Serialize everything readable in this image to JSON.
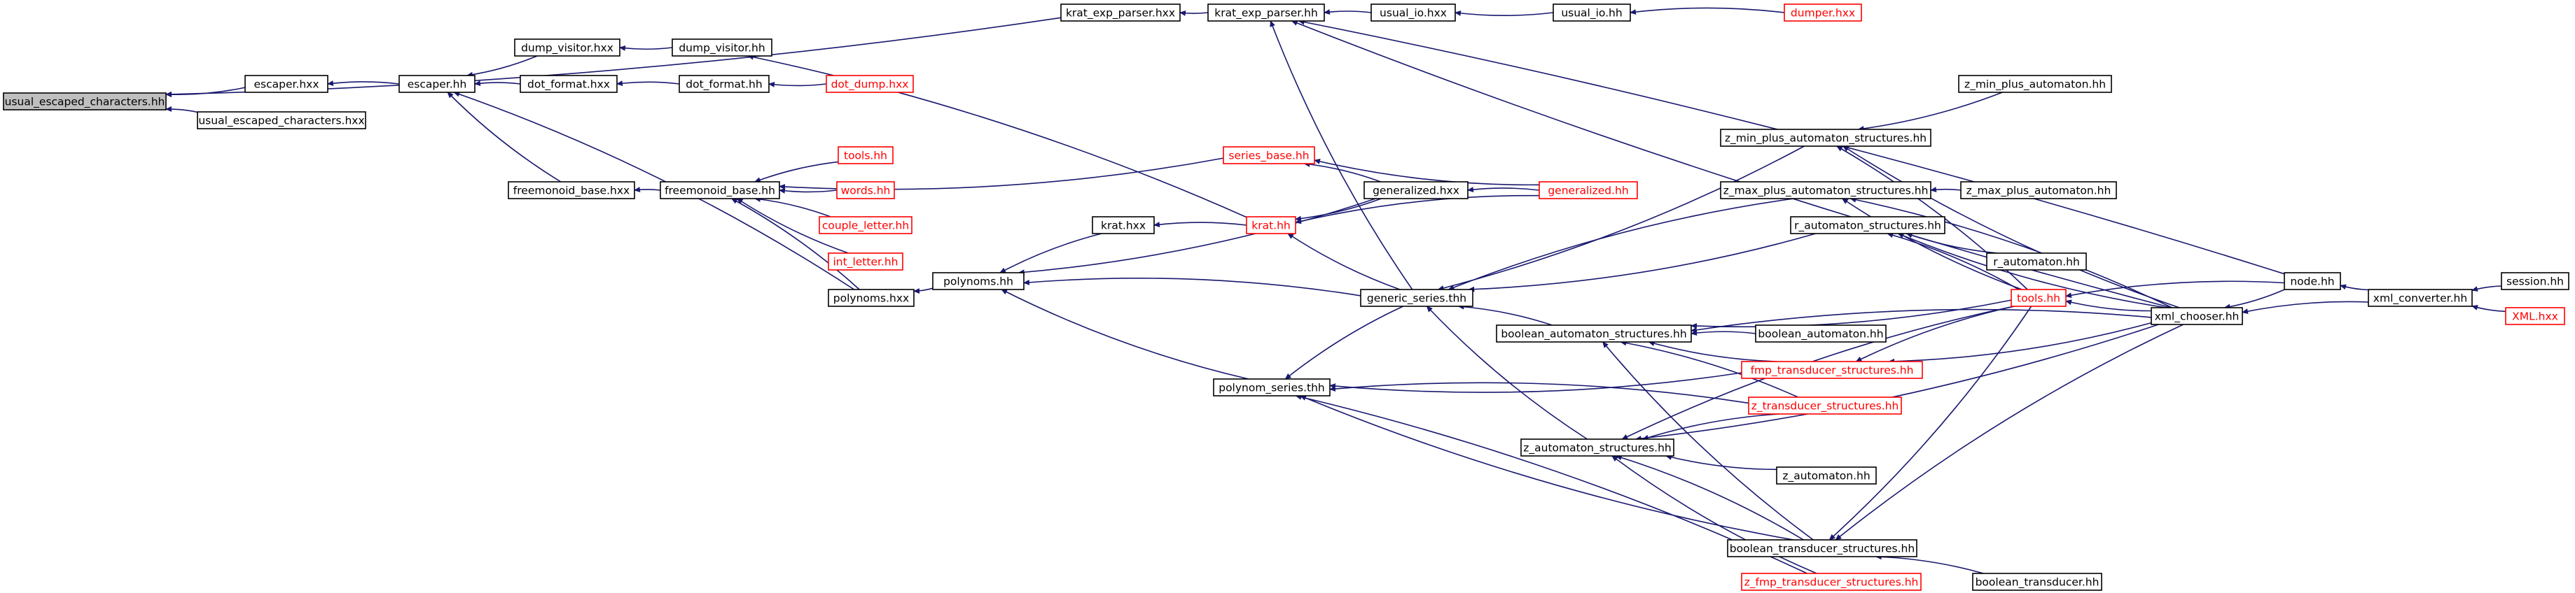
{
  "colors": {
    "edge": "#191970",
    "node_border_black": "#000000",
    "node_border_red": "#ff0000",
    "node_fill": "#ffffff",
    "node_fill_highlight": "#bfbfbf",
    "text_black": "#000000",
    "text_red": "#ff0000"
  },
  "nodes": {
    "usual_escaped_characters_hh": {
      "label": "usual_escaped_characters.hh",
      "style": "highlight"
    },
    "escaper_hxx": {
      "label": "escaper.hxx",
      "style": "black"
    },
    "usual_escaped_characters_hxx": {
      "label": "usual_escaped_characters.hxx",
      "style": "black"
    },
    "escaper_hh": {
      "label": "escaper.hh",
      "style": "black"
    },
    "dump_visitor_hxx": {
      "label": "dump_visitor.hxx",
      "style": "black"
    },
    "dump_visitor_hh": {
      "label": "dump_visitor.hh",
      "style": "black"
    },
    "dot_format_hxx": {
      "label": "dot_format.hxx",
      "style": "black"
    },
    "dot_format_hh": {
      "label": "dot_format.hh",
      "style": "black"
    },
    "dot_dump_hxx": {
      "label": "dot_dump.hxx",
      "style": "red"
    },
    "krat_exp_parser_hxx": {
      "label": "krat_exp_parser.hxx",
      "style": "black"
    },
    "krat_exp_parser_hh": {
      "label": "krat_exp_parser.hh",
      "style": "black"
    },
    "usual_io_hxx": {
      "label": "usual_io.hxx",
      "style": "black"
    },
    "usual_io_hh": {
      "label": "usual_io.hh",
      "style": "black"
    },
    "dumper_hxx": {
      "label": "dumper.hxx",
      "style": "red"
    },
    "freemonoid_base_hxx": {
      "label": "freemonoid_base.hxx",
      "style": "black"
    },
    "freemonoid_base_hh": {
      "label": "freemonoid_base.hh",
      "style": "black"
    },
    "tools_hh_a": {
      "label": "tools.hh",
      "style": "red"
    },
    "words_hh": {
      "label": "words.hh",
      "style": "red"
    },
    "couple_letter_hh": {
      "label": "couple_letter.hh",
      "style": "red"
    },
    "int_letter_hh": {
      "label": "int_letter.hh",
      "style": "red"
    },
    "polynoms_hxx": {
      "label": "polynoms.hxx",
      "style": "black"
    },
    "polynoms_hh": {
      "label": "polynoms.hh",
      "style": "black"
    },
    "krat_hxx": {
      "label": "krat.hxx",
      "style": "black"
    },
    "krat_hh": {
      "label": "krat.hh",
      "style": "red"
    },
    "series_base_hh": {
      "label": "series_base.hh",
      "style": "red"
    },
    "generalized_hxx": {
      "label": "generalized.hxx",
      "style": "black"
    },
    "generalized_hh": {
      "label": "generalized.hh",
      "style": "red"
    },
    "generic_series_thh": {
      "label": "generic_series.thh",
      "style": "black"
    },
    "polynom_series_thh": {
      "label": "polynom_series.thh",
      "style": "black"
    },
    "z_min_plus_automaton_hh": {
      "label": "z_min_plus_automaton.hh",
      "style": "black"
    },
    "z_min_plus_automaton_structures_hh": {
      "label": "z_min_plus_automaton_structures.hh",
      "style": "black"
    },
    "z_max_plus_automaton_structures_hh": {
      "label": "z_max_plus_automaton_structures.hh",
      "style": "black"
    },
    "z_max_plus_automaton_hh": {
      "label": "z_max_plus_automaton.hh",
      "style": "black"
    },
    "r_automaton_structures_hh": {
      "label": "r_automaton_structures.hh",
      "style": "black"
    },
    "r_automaton_hh": {
      "label": "r_automaton.hh",
      "style": "black"
    },
    "tools_hh_b": {
      "label": "tools.hh",
      "style": "red"
    },
    "boolean_automaton_structures_hh": {
      "label": "boolean_automaton_structures.hh",
      "style": "black"
    },
    "boolean_automaton_hh": {
      "label": "boolean_automaton.hh",
      "style": "black"
    },
    "fmp_transducer_structures_hh": {
      "label": "fmp_transducer_structures.hh",
      "style": "red"
    },
    "z_transducer_structures_hh": {
      "label": "z_transducer_structures.hh",
      "style": "red"
    },
    "z_automaton_structures_hh": {
      "label": "z_automaton_structures.hh",
      "style": "black"
    },
    "z_automaton_hh": {
      "label": "z_automaton.hh",
      "style": "black"
    },
    "boolean_transducer_structures_hh": {
      "label": "boolean_transducer_structures.hh",
      "style": "black"
    },
    "boolean_transducer_hh": {
      "label": "boolean_transducer.hh",
      "style": "black"
    },
    "z_fmp_transducer_structures_hh": {
      "label": "z_fmp_transducer_structures.hh",
      "style": "red"
    },
    "xml_chooser_hh": {
      "label": "xml_chooser.hh",
      "style": "black"
    },
    "node_hh": {
      "label": "node.hh",
      "style": "black"
    },
    "xml_converter_hh": {
      "label": "xml_converter.hh",
      "style": "black"
    },
    "session_hh": {
      "label": "session.hh",
      "style": "black"
    },
    "XML_hxx": {
      "label": "XML.hxx",
      "style": "red"
    }
  },
  "edges": [
    [
      "escaper_hxx",
      "usual_escaped_characters_hh"
    ],
    [
      "usual_escaped_characters_hxx",
      "usual_escaped_characters_hh"
    ],
    [
      "krat_exp_parser_hxx",
      "usual_escaped_characters_hh"
    ],
    [
      "escaper_hh",
      "escaper_hxx"
    ],
    [
      "dump_visitor_hxx",
      "escaper_hh"
    ],
    [
      "dot_format_hxx",
      "escaper_hh"
    ],
    [
      "freemonoid_base_hxx",
      "escaper_hh"
    ],
    [
      "polynoms_hxx",
      "escaper_hh"
    ],
    [
      "dump_visitor_hh",
      "dump_visitor_hxx"
    ],
    [
      "dot_format_hh",
      "dot_format_hxx"
    ],
    [
      "dot_dump_hxx",
      "dot_format_hh"
    ],
    [
      "krat_hh",
      "dump_visitor_hh"
    ],
    [
      "krat_exp_parser_hh",
      "krat_exp_parser_hxx"
    ],
    [
      "usual_io_hxx",
      "krat_exp_parser_hh"
    ],
    [
      "usual_io_hh",
      "usual_io_hxx"
    ],
    [
      "dumper_hxx",
      "usual_io_hh"
    ],
    [
      "generic_series_thh",
      "krat_exp_parser_hh"
    ],
    [
      "node_hh",
      "krat_exp_parser_hh"
    ],
    [
      "xml_chooser_hh",
      "krat_exp_parser_hh"
    ],
    [
      "freemonoid_base_hh",
      "freemonoid_base_hxx"
    ],
    [
      "series_base_hh",
      "freemonoid_base_hh"
    ],
    [
      "tools_hh_a",
      "freemonoid_base_hh"
    ],
    [
      "words_hh",
      "freemonoid_base_hh"
    ],
    [
      "couple_letter_hh",
      "freemonoid_base_hh"
    ],
    [
      "int_letter_hh",
      "freemonoid_base_hh"
    ],
    [
      "polynoms_hxx",
      "freemonoid_base_hh"
    ],
    [
      "polynoms_hh",
      "polynoms_hxx"
    ],
    [
      "krat_hxx",
      "polynoms_hh"
    ],
    [
      "generalized_hxx",
      "polynoms_hh"
    ],
    [
      "generic_series_thh",
      "polynoms_hh"
    ],
    [
      "polynom_series_thh",
      "polynoms_hh"
    ],
    [
      "krat_hh",
      "krat_hxx"
    ],
    [
      "generalized_hxx",
      "krat_hh"
    ],
    [
      "generalized_hh",
      "krat_hh"
    ],
    [
      "generic_series_thh",
      "krat_hh"
    ],
    [
      "generalized_hxx",
      "series_base_hh"
    ],
    [
      "generalized_hh",
      "series_base_hh"
    ],
    [
      "generalized_hh",
      "generalized_hxx"
    ],
    [
      "z_min_plus_automaton_structures_hh",
      "generic_series_thh"
    ],
    [
      "z_max_plus_automaton_structures_hh",
      "generic_series_thh"
    ],
    [
      "r_automaton_structures_hh",
      "generic_series_thh"
    ],
    [
      "boolean_automaton_structures_hh",
      "generic_series_thh"
    ],
    [
      "z_automaton_structures_hh",
      "generic_series_thh"
    ],
    [
      "generic_series_thh",
      "polynom_series_thh"
    ],
    [
      "fmp_transducer_structures_hh",
      "polynom_series_thh"
    ],
    [
      "z_transducer_structures_hh",
      "polynom_series_thh"
    ],
    [
      "boolean_transducer_structures_hh",
      "polynom_series_thh"
    ],
    [
      "z_fmp_transducer_structures_hh",
      "polynom_series_thh"
    ],
    [
      "z_min_plus_automaton_hh",
      "z_min_plus_automaton_structures_hh"
    ],
    [
      "tools_hh_b",
      "z_min_plus_automaton_structures_hh"
    ],
    [
      "xml_chooser_hh",
      "z_min_plus_automaton_structures_hh"
    ],
    [
      "z_max_plus_automaton_hh",
      "z_max_plus_automaton_structures_hh"
    ],
    [
      "tools_hh_b",
      "z_max_plus_automaton_structures_hh"
    ],
    [
      "xml_chooser_hh",
      "z_max_plus_automaton_structures_hh"
    ],
    [
      "r_automaton_hh",
      "r_automaton_structures_hh"
    ],
    [
      "tools_hh_b",
      "r_automaton_structures_hh"
    ],
    [
      "xml_chooser_hh",
      "r_automaton_structures_hh"
    ],
    [
      "boolean_automaton_hh",
      "boolean_automaton_structures_hh"
    ],
    [
      "tools_hh_b",
      "boolean_automaton_structures_hh"
    ],
    [
      "xml_chooser_hh",
      "boolean_automaton_structures_hh"
    ],
    [
      "fmp_transducer_structures_hh",
      "boolean_automaton_structures_hh"
    ],
    [
      "z_transducer_structures_hh",
      "boolean_automaton_structures_hh"
    ],
    [
      "boolean_transducer_structures_hh",
      "boolean_automaton_structures_hh"
    ],
    [
      "tools_hh_b",
      "fmp_transducer_structures_hh"
    ],
    [
      "xml_chooser_hh",
      "fmp_transducer_structures_hh"
    ],
    [
      "z_transducer_structures_hh",
      "z_automaton_structures_hh"
    ],
    [
      "z_automaton_hh",
      "z_automaton_structures_hh"
    ],
    [
      "tools_hh_b",
      "z_automaton_structures_hh"
    ],
    [
      "xml_chooser_hh",
      "z_automaton_structures_hh"
    ],
    [
      "boolean_transducer_structures_hh",
      "z_automaton_structures_hh"
    ],
    [
      "z_fmp_transducer_structures_hh",
      "z_automaton_structures_hh"
    ],
    [
      "boolean_transducer_hh",
      "boolean_transducer_structures_hh"
    ],
    [
      "tools_hh_b",
      "boolean_transducer_structures_hh"
    ],
    [
      "xml_chooser_hh",
      "boolean_transducer_structures_hh"
    ],
    [
      "xml_chooser_hh",
      "tools_hh_b"
    ],
    [
      "node_hh",
      "tools_hh_b"
    ],
    [
      "node_hh",
      "xml_chooser_hh"
    ],
    [
      "xml_converter_hh",
      "xml_chooser_hh"
    ],
    [
      "xml_converter_hh",
      "node_hh"
    ],
    [
      "session_hh",
      "xml_converter_hh"
    ],
    [
      "XML_hxx",
      "xml_converter_hh"
    ]
  ]
}
